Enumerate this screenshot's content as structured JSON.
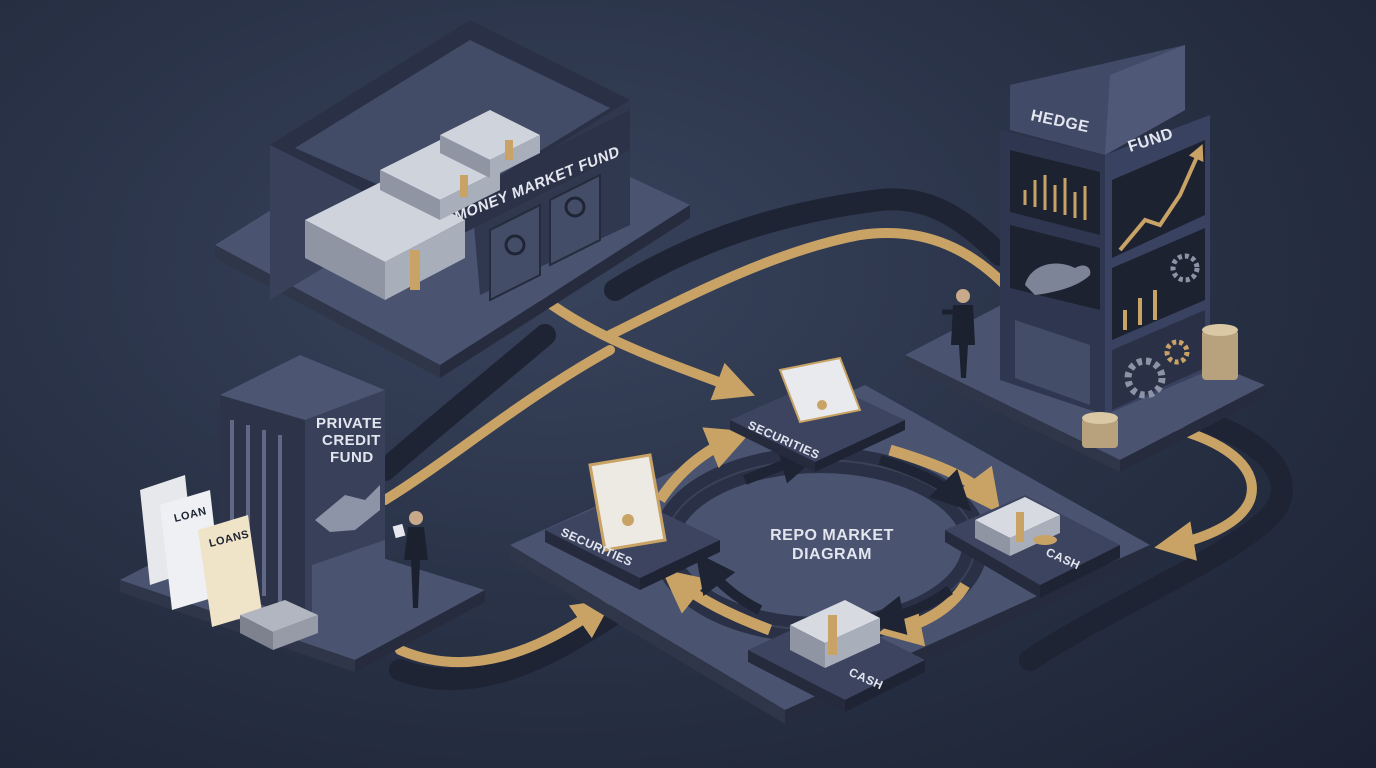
{
  "labels": {
    "mmf_sign": "MONEY MARKET FUND",
    "hedge_left": "HEDGE",
    "hedge_right": "FUND",
    "pcf_line1": "PRIVATE",
    "pcf_line2": "CREDIT",
    "pcf_line3": "FUND",
    "doc_loan": "LOAN",
    "doc_loans": "LOANS",
    "center_line1": "REPO MARKET",
    "center_line2": "DIAGRAM",
    "pad_securities_top": "SECURITIES",
    "pad_securities_left": "SECURITIES",
    "pad_cash_right": "CASH",
    "pad_cash_bottom": "CASH"
  },
  "colors": {
    "background": "#2a3348",
    "platform": "#4a5470",
    "platform_side": "#333b52",
    "gold": "#c9a366",
    "dark_track": "#1e2434",
    "building": "#39415a"
  },
  "icons": [
    "money-stack-icon",
    "vault-door-icon",
    "bull-icon",
    "gear-icon",
    "rising-chart-icon",
    "bar-chart-icon",
    "handshake-icon",
    "certificate-icon",
    "coin-stack-icon",
    "businessman-figure",
    "businesswoman-figure"
  ]
}
